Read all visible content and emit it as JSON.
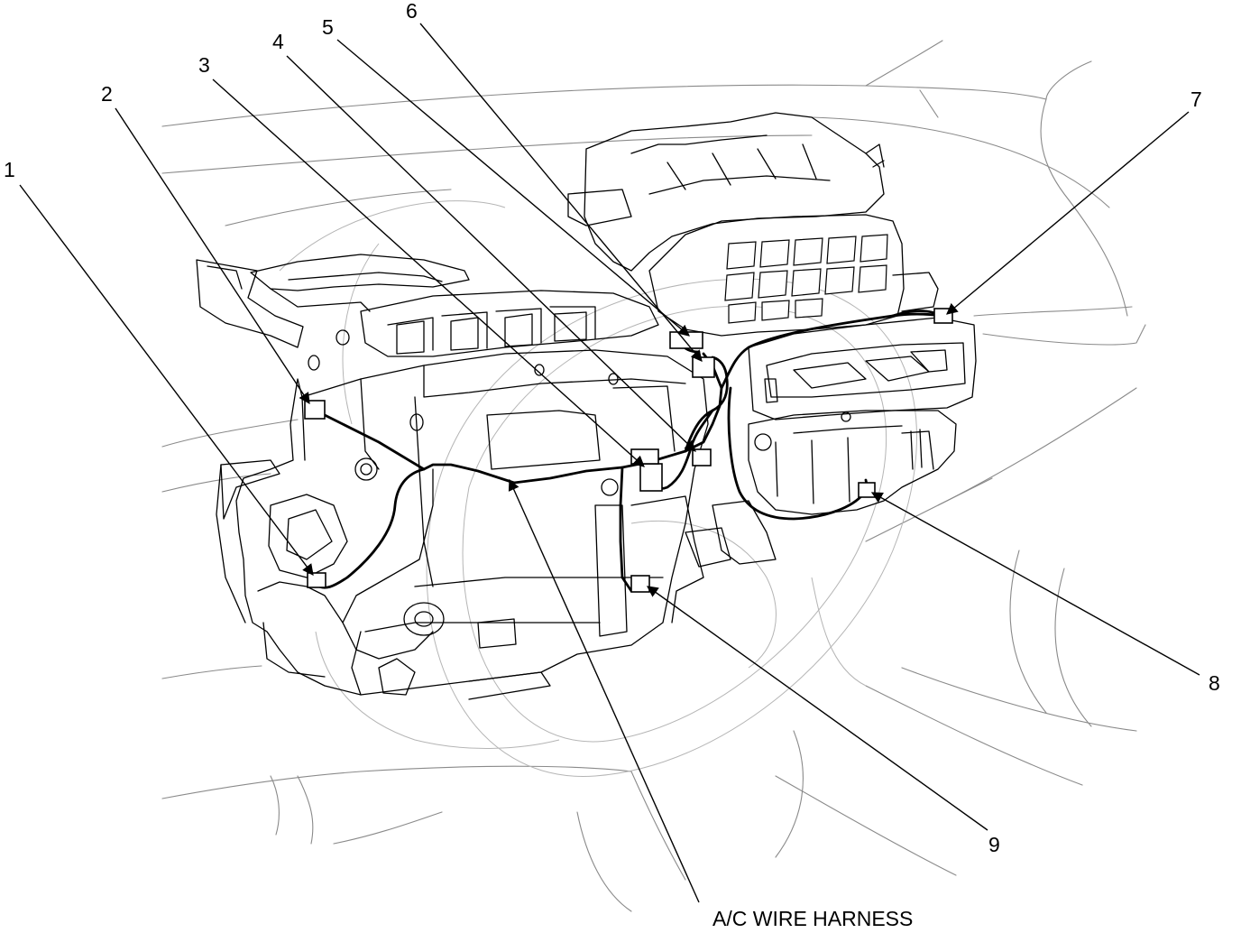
{
  "callouts": {
    "c1": "1",
    "c2": "2",
    "c3": "3",
    "c4": "4",
    "c5": "5",
    "c6": "6",
    "c7": "7",
    "c8": "8",
    "c9": "9"
  },
  "harness_label": "A/C WIRE HARNESS"
}
